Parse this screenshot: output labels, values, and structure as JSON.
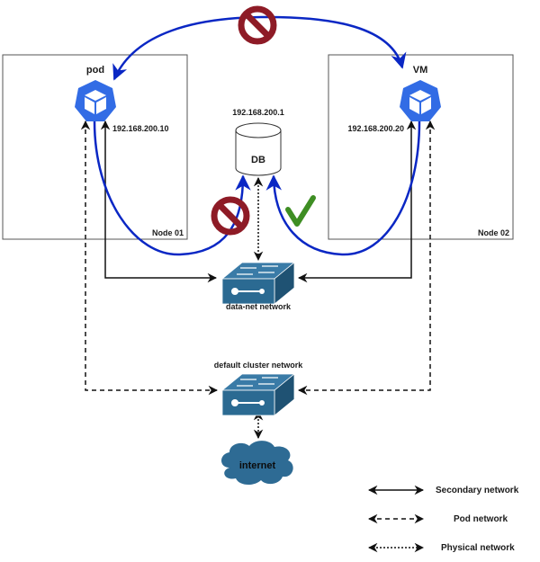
{
  "nodes": {
    "node1": {
      "label": "Node 01"
    },
    "node2": {
      "label": "Node 02"
    }
  },
  "pod": {
    "label": "pod",
    "ip": "192.168.200.10"
  },
  "vm": {
    "label": "VM",
    "ip": "192.168.200.20"
  },
  "db": {
    "label": "DB",
    "ip": "192.168.200.1"
  },
  "switches": {
    "data_net": {
      "label": "data-net network"
    },
    "default_cluster": {
      "label": "default cluster network"
    }
  },
  "internet": {
    "label": "internet"
  },
  "connections": {
    "pod_vm": {
      "status": "blocked"
    },
    "pod_db": {
      "status": "blocked"
    },
    "vm_db": {
      "status": "allowed"
    }
  },
  "legend": [
    {
      "style": "solid",
      "label": "Secondary network"
    },
    {
      "style": "dashed",
      "label": "Pod network"
    },
    {
      "style": "dotted",
      "label": "Physical network"
    }
  ],
  "colors": {
    "kube_blue": "#326CE5",
    "flow_blue": "#0A27C4",
    "switch_blue": "#2B6A92",
    "cloud_blue": "#2E6B94",
    "blocked_red": "#8E1B26",
    "allowed_green": "#3E8E23"
  }
}
